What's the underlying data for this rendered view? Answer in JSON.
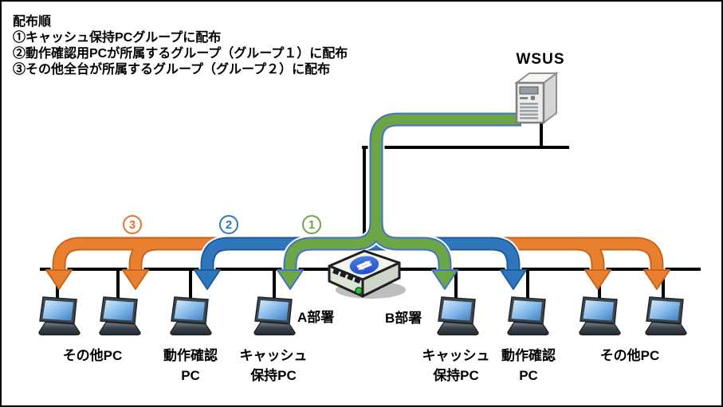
{
  "legend": {
    "heading": "配布順",
    "lines": [
      "①キャッシュ保持PCグループに配布",
      "②動作確認用PCが所属するグループ（グループ１）に配布",
      "③その他全台が所属するグループ（グループ２）に配布"
    ]
  },
  "server": {
    "label": "WSUS",
    "icon": "server-tower-icon"
  },
  "switch": {
    "icon": "network-switch-icon"
  },
  "badges": [
    {
      "value": "3",
      "step": "その他全台グループ",
      "color": "#E0762B"
    },
    {
      "value": "2",
      "step": "動作確認用PCグループ",
      "color": "#2F76BC"
    },
    {
      "value": "1",
      "step": "キャッシュ保持PCグループ",
      "color": "#6CA647"
    }
  ],
  "departments": [
    {
      "label": "A部署"
    },
    {
      "label": "B部署"
    }
  ],
  "pc_labels": [
    {
      "line1": "その他PC",
      "line2": ""
    },
    {
      "line1": "動作確認",
      "line2": "PC"
    },
    {
      "line1": "キャッシュ",
      "line2": "保持PC"
    },
    {
      "line1": "キャッシュ",
      "line2": "保持PC"
    },
    {
      "line1": "動作確認",
      "line2": "PC"
    },
    {
      "line1": "その他PC",
      "line2": ""
    }
  ],
  "colors": {
    "orange_fill": "#E8802F",
    "orange_border": "#C9641A",
    "blue_fill": "#2F76BC",
    "blue_border": "#1F5C99",
    "green_fill": "#6CA647",
    "green_border": "#4472C4",
    "line": "#000000",
    "background": "#FFFFFF"
  }
}
